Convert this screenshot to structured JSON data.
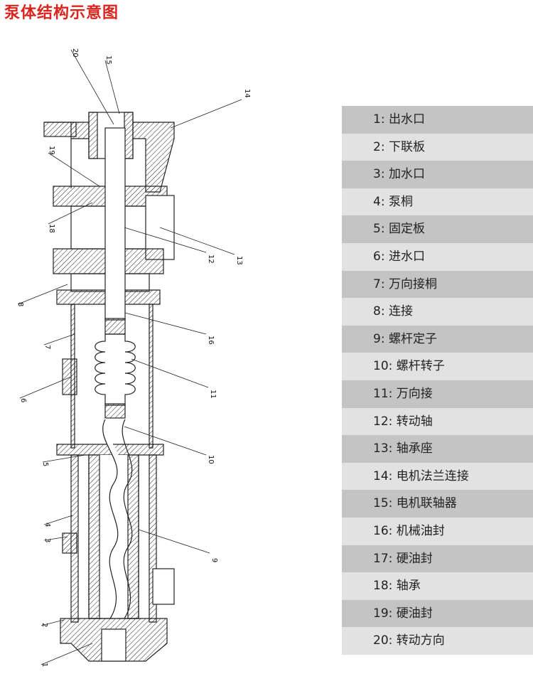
{
  "title": "泵体结构示意图",
  "legend": [
    "1: 出水口",
    "2: 下联板",
    "3: 加水口",
    "4: 泵桐",
    "5: 固定板",
    "6: 进水口",
    "7: 万向接桐",
    "8: 连接",
    "9: 螺杆定子",
    "10: 螺杆转子",
    "11: 万向接",
    "12: 转动轴",
    "13: 轴承座",
    "14: 电机法兰连接",
    "15: 电机联轴器",
    "16: 机械油封",
    "17: 硬油封",
    "18: 轴承",
    "19: 硬油封",
    "20: 转动方向"
  ],
  "callouts": {
    "c1": "1",
    "c2": "2",
    "c3": "3",
    "c4": "4",
    "c5": "5",
    "c6": "6",
    "c7": "7",
    "c8": "8",
    "c9": "9",
    "c10": "10",
    "c11": "11",
    "c12": "12",
    "c13": "13",
    "c14": "14",
    "c15": "15",
    "c16": "16",
    "c18": "18",
    "c19": "19",
    "c20": "20"
  }
}
